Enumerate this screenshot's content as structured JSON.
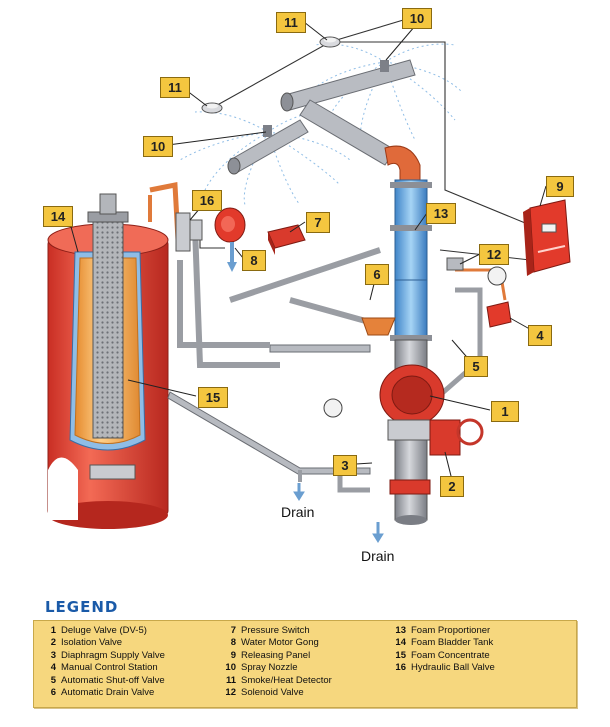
{
  "callouts": [
    {
      "num": "1"
    },
    {
      "num": "2"
    },
    {
      "num": "3"
    },
    {
      "num": "4"
    },
    {
      "num": "5"
    },
    {
      "num": "6"
    },
    {
      "num": "7"
    },
    {
      "num": "8"
    },
    {
      "num": "9"
    },
    {
      "num": "10"
    },
    {
      "num": "10"
    },
    {
      "num": "11"
    },
    {
      "num": "11"
    },
    {
      "num": "12"
    },
    {
      "num": "13"
    },
    {
      "num": "14"
    },
    {
      "num": "15"
    },
    {
      "num": "16"
    }
  ],
  "drain_labels": [
    "Drain",
    "Drain"
  ],
  "legend": {
    "title": "LEGEND",
    "columns": [
      [
        {
          "num": "1",
          "label": "Deluge Valve (DV-5)"
        },
        {
          "num": "2",
          "label": "Isolation Valve"
        },
        {
          "num": "3",
          "label": "Diaphragm Supply Valve"
        },
        {
          "num": "4",
          "label": "Manual Control Station"
        },
        {
          "num": "5",
          "label": "Automatic Shut-off Valve"
        },
        {
          "num": "6",
          "label": "Automatic Drain Valve"
        }
      ],
      [
        {
          "num": "7",
          "label": "Pressure Switch"
        },
        {
          "num": "8",
          "label": "Water Motor Gong"
        },
        {
          "num": "9",
          "label": "Releasing Panel"
        },
        {
          "num": "10",
          "label": "Spray Nozzle"
        },
        {
          "num": "11",
          "label": "Smoke/Heat Detector"
        },
        {
          "num": "12",
          "label": "Solenoid Valve"
        }
      ],
      [
        {
          "num": "13",
          "label": "Foam Proportioner"
        },
        {
          "num": "14",
          "label": "Foam Bladder Tank"
        },
        {
          "num": "15",
          "label": "Foam Concentrate"
        },
        {
          "num": "16",
          "label": "Hydraulic Ball Valve"
        }
      ]
    ]
  },
  "colors": {
    "tank": "#e8473a",
    "bladder": "#f2a64a",
    "pipe": "#a9acb3",
    "water": "#7fb7e8",
    "panel": "#e23a2b",
    "callout": "#f4c63f",
    "legend_bg": "#f6d77e",
    "legend_title": "#1a5aa8"
  }
}
